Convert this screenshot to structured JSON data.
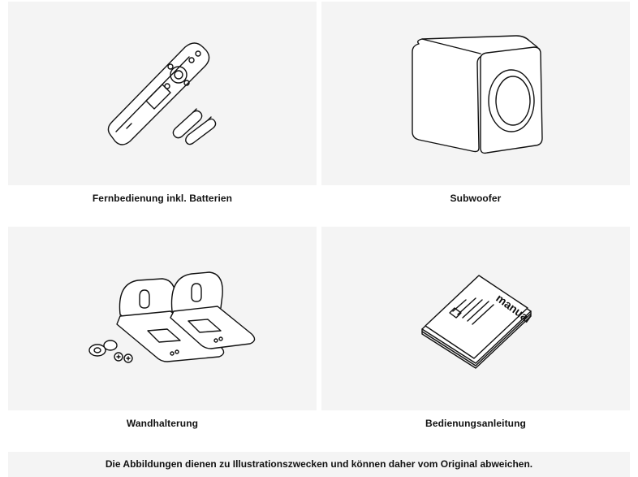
{
  "items": [
    {
      "label": "Fernbedienung  inkl. Batterien",
      "icon": "remote-control-with-batteries-icon"
    },
    {
      "label": "Subwoofer",
      "icon": "subwoofer-icon"
    },
    {
      "label": "Wandhalterung",
      "icon": "wall-mount-brackets-icon"
    },
    {
      "label": "Bedienungsanleitung",
      "icon": "manual-booklet-icon",
      "cover_text": "manual"
    }
  ],
  "footer_note": "Die Abbildungen dienen zu Illustrationszwecken und können daher vom Original abweichen."
}
